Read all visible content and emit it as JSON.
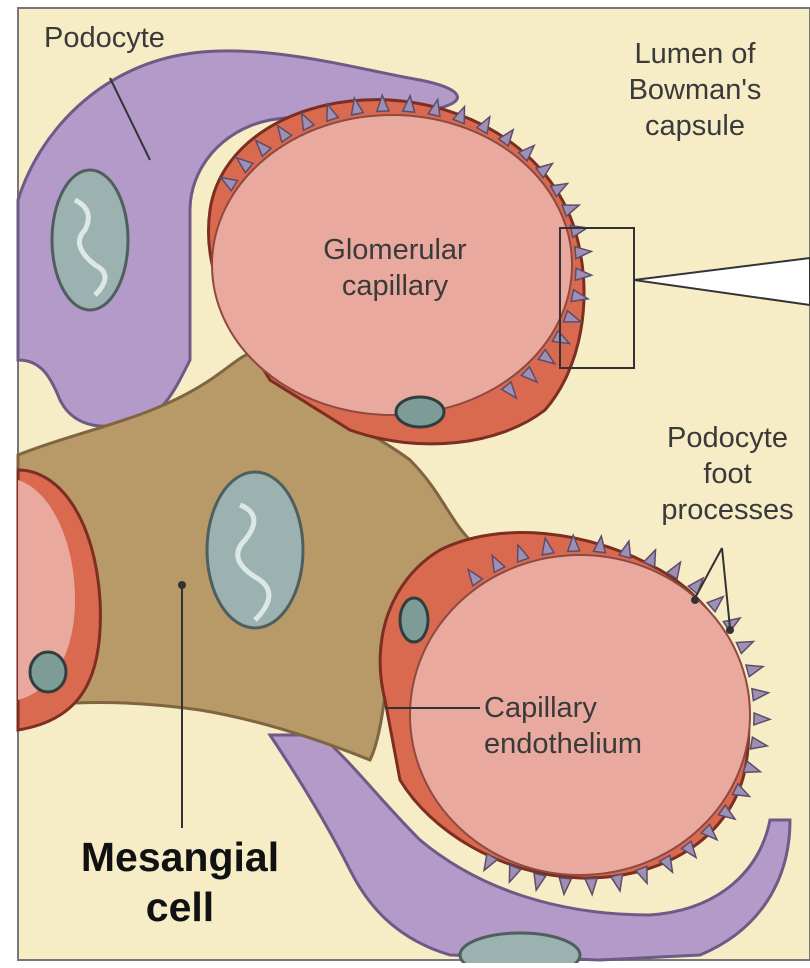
{
  "labels": {
    "podocyte": "Podocyte",
    "lumen": [
      "Lumen of",
      "Bowman's",
      "capsule"
    ],
    "glomerular_capillary": [
      "Glomerular",
      "capillary"
    ],
    "foot_processes": [
      "Podocyte",
      "foot",
      "processes"
    ],
    "capillary_endothelium": [
      "Capillary",
      "endothelium"
    ],
    "mesangial_cell": [
      "Mesangial",
      "cell"
    ]
  },
  "colors": {
    "background": "#f6ecc6",
    "podocyte": "#b39ac9",
    "capillary_lumen": "#e9a99e",
    "endothelium": "#d96a50",
    "mesangium": "#b89968",
    "nucleus": "#9cb2b0",
    "foot_process": "#9f8fb4"
  }
}
